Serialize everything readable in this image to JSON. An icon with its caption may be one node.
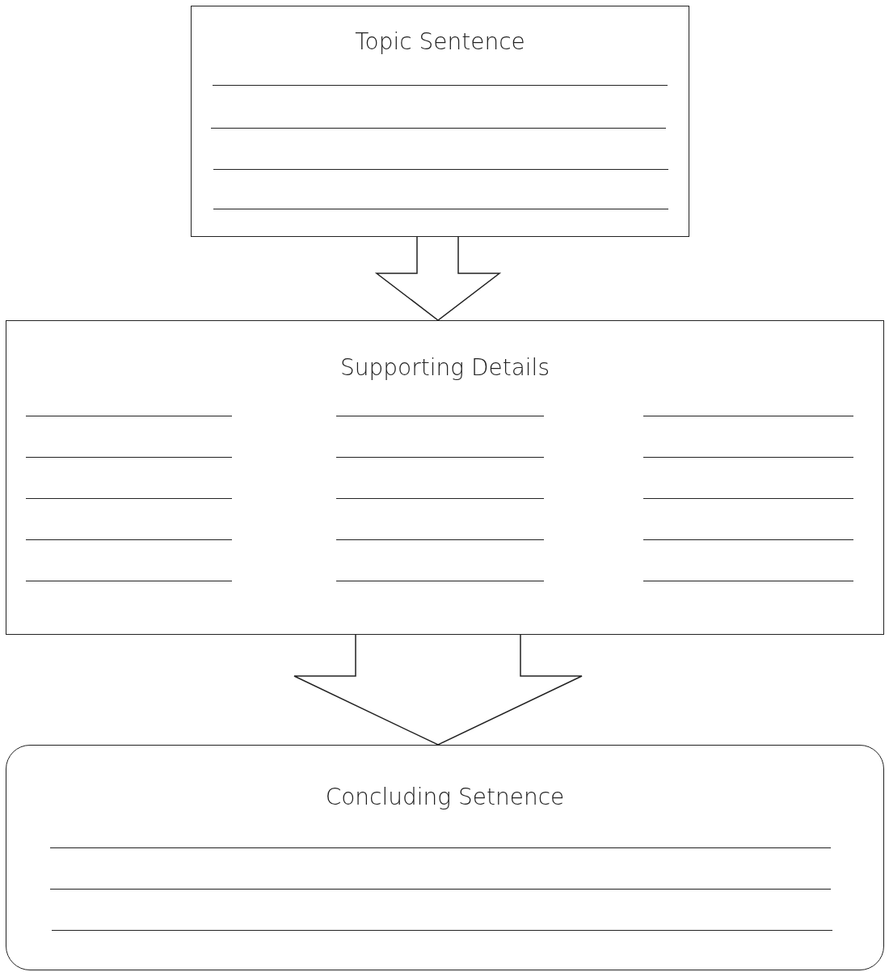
{
  "diagram": {
    "nodes": [
      {
        "text": [
          "Topic Sentence"
        ]
      },
      {
        "text": [
          "Supporting Details"
        ]
      },
      {
        "text": [
          "Concluding Setnence"
        ]
      }
    ],
    "edges": [
      {
        "from": 0,
        "to": 1,
        "arrow": "to"
      },
      {
        "from": 1,
        "to": 2,
        "arrow": "to"
      }
    ]
  }
}
